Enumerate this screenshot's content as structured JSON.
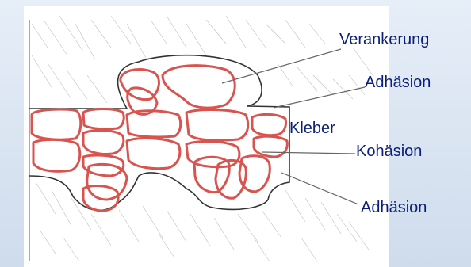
{
  "labels": {
    "verankerung": "Verankerung",
    "adhasion_top": "Adhäsion",
    "kleber": "Kleber",
    "kohasion": "Kohäsion",
    "adhasion_bottom": "Adhäsion"
  },
  "colors": {
    "label_text": "#0b1f7a",
    "background": "#dfe8f4",
    "sketch_paper": "#ffffff",
    "red_cells": "#d9534f",
    "outline": "#3a3a3a"
  }
}
